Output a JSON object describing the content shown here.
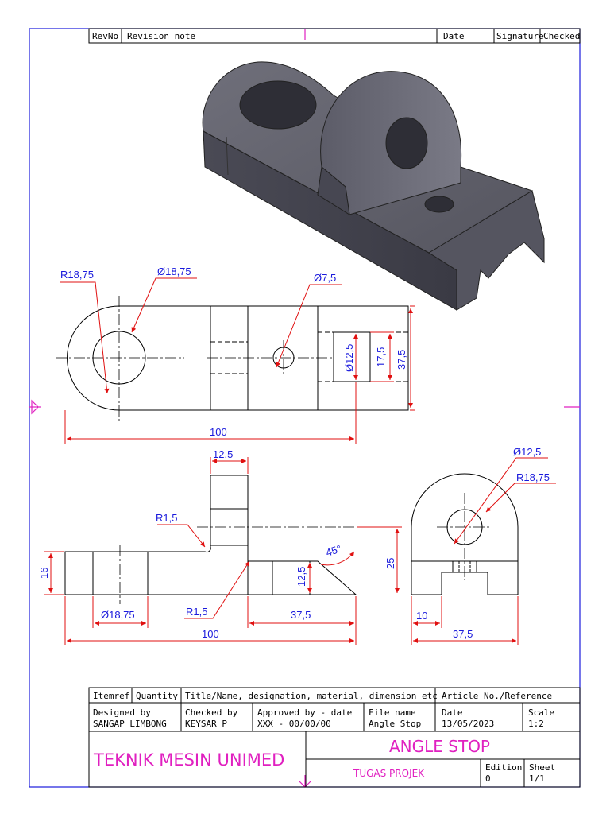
{
  "revision_table": {
    "revno": "RevNo",
    "revision_note": "Revision note",
    "date": "Date",
    "signature": "Signature",
    "checked": "Checked"
  },
  "dimensions": {
    "top_view": {
      "r_top": "R18,75",
      "dia_big": "Ø18,75",
      "dia_small": "Ø7,5",
      "dia_slot": "Ø12,5",
      "slot_width": "17,5",
      "height": "37,5",
      "length": "100"
    },
    "front_view": {
      "ear_width": "12,5",
      "fillet_top": "R1,5",
      "fillet_bottom": "R1,5",
      "angle": "45°",
      "base_height": "16",
      "slot_depth": "12,5",
      "total_height": "25",
      "dia_hole": "Ø18,75",
      "slot_length": "37,5",
      "length": "100"
    },
    "side_view": {
      "dia_hole": "Ø12,5",
      "radius": "R18,75",
      "offset": "10",
      "width": "37,5"
    }
  },
  "title_block": {
    "itemref": "Itemref",
    "quantity": "Quantity",
    "title_header": "Title/Name, designation, material, dimension etc",
    "article_header": "Article No./Reference",
    "designed_by_label": "Designed by",
    "designed_by": "SANGAP LIMBONG",
    "checked_by_label": "Checked by",
    "checked_by": "KEYSAR P",
    "approved_by_label": "Approved by - date",
    "approved_by": "XXX - 00/00/00",
    "file_name_label": "File name",
    "file_name": "Angle Stop",
    "date_label": "Date",
    "date": "13/05/2023",
    "scale_label": "Scale",
    "scale": "1:2",
    "institution": "TEKNIK MESIN UNIMED",
    "drawing_title": "ANGLE STOP",
    "project": "TUGAS PROJEK",
    "edition_label": "Edition",
    "edition": "0",
    "sheet_label": "Sheet",
    "sheet": "1/1"
  },
  "colors": {
    "line": "#000000",
    "dimension_text": "#1a1adc",
    "dimension_line": "#e01010",
    "accent": "#e020c0",
    "frame": "#1a1adc"
  }
}
